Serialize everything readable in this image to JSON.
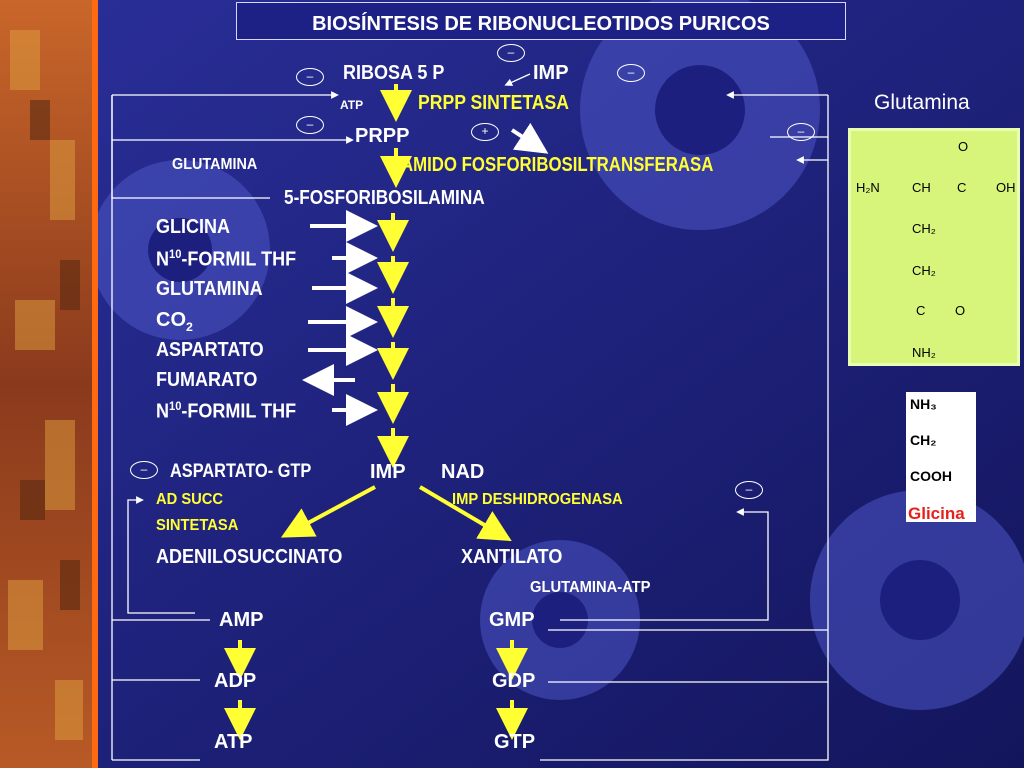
{
  "title": "BIOSÍNTESIS DE RIBONUCLEOTIDOS PURICOS",
  "signs": {
    "minus": "–",
    "plus": "+"
  },
  "pathway": {
    "ribosa": "RIBOSA 5 P",
    "imp_top": "IMP",
    "atp_small": "ATP",
    "prpp_sintetasa": "PRPP SINTETASA",
    "prpp": "PRPP",
    "glutamina_small": "GLUTAMINA",
    "amido": "AMIDO FOSFORIBOSILTRANSFERASA",
    "fosforibosilamina": "5-FOSFORIBOSILAMINA",
    "substrates": {
      "glicina": "GLICINA",
      "n10_1_prefix": "N",
      "n10_1_sup": "10",
      "n10_1_suffix": "-FORMIL THF",
      "glutamina": "GLUTAMINA",
      "co2_prefix": "CO",
      "co2_sub": "2",
      "aspartato": "ASPARTATO",
      "fumarato": "FUMARATO",
      "n10_2_prefix": "N",
      "n10_2_sup": "10",
      "n10_2_suffix": "-FORMIL THF"
    },
    "aspartato_gtp": "ASPARTATO- GTP",
    "imp_branch": "IMP",
    "nad": "NAD",
    "ad_succ": "AD SUCC",
    "sintetasa": "SINTETASA",
    "imp_deshidrogenasa": "IMP DESHIDROGENASA",
    "adenilosuccinato": "ADENILOSUCCINATO",
    "xantilato": "XANTILATO",
    "glutamina_atp": "GLUTAMINA-ATP",
    "amp": "AMP",
    "gmp": "GMP",
    "adp": "ADP",
    "gdp": "GDP",
    "atp": "ATP",
    "gtp": "GTP"
  },
  "structures": {
    "glutamina_label": "Glutamina",
    "glutamina": {
      "o_top": "O",
      "h2n": "H₂N",
      "ch": "CH",
      "c": "C",
      "oh": "OH",
      "ch2_a": "CH₂",
      "ch2_b": "CH₂",
      "c2": "C",
      "o2": "O",
      "nh2": "NH₂"
    },
    "glicina": {
      "nh3": "NH₃",
      "ch2": "CH₂",
      "cooh": "COOH",
      "name": "Glicina"
    }
  },
  "colors": {
    "background": "#1c1f7e",
    "text": "#ffffff",
    "enzyme": "#ffff33",
    "glutamina_panel": "#d6f57a",
    "glicina_name": "#e8201c"
  }
}
